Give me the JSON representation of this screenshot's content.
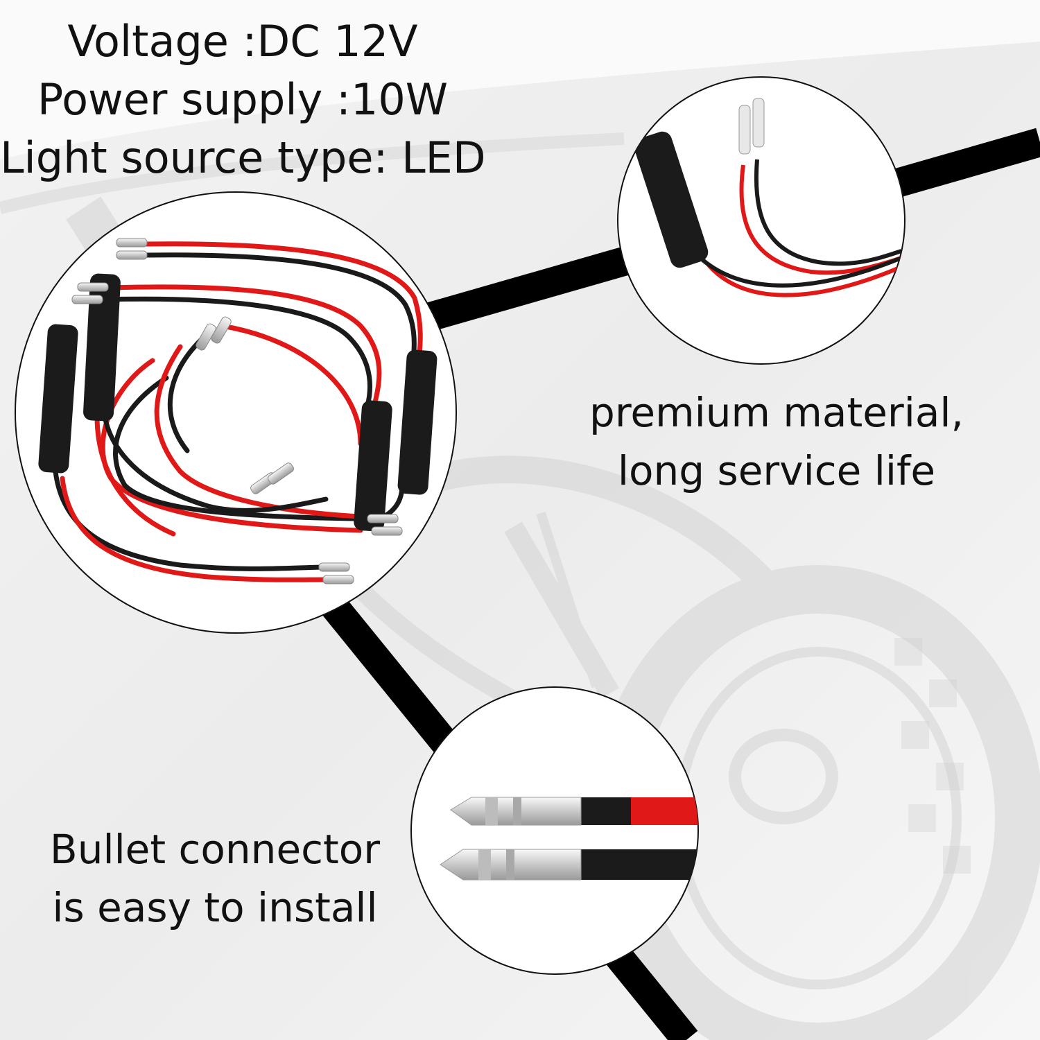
{
  "specs": {
    "voltage": "Voltage :DC 12V",
    "power": "Power supply :10W",
    "light_source": "Light source type: LED"
  },
  "features": {
    "premium_line1": "premium material,",
    "premium_line2": "long service life",
    "bullet_line1": "Bullet connector",
    "bullet_line2": "is easy to install"
  },
  "colors": {
    "background": "#f4f4f4",
    "wire_red": "#e01818",
    "wire_black": "#1a1a1a",
    "connector_line": "#000000"
  }
}
